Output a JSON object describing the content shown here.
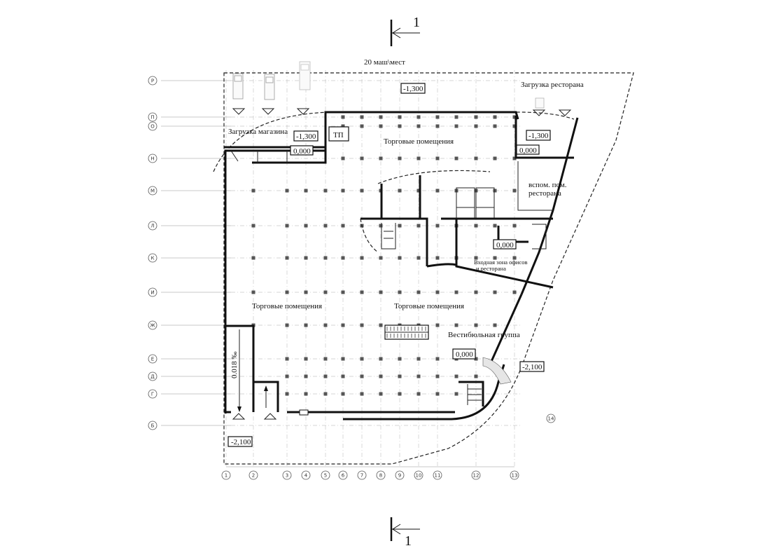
{
  "section_mark": {
    "top": "1",
    "bottom": "1"
  },
  "parking_label": "20 маш\\мест",
  "level_marks": {
    "top_center": "-1,300",
    "shop_loading": "-1,300",
    "shop_zero": "0,000",
    "restaurant_loading": "-1,300",
    "restaurant_zero": "0,000",
    "entry_zero": "0,000",
    "vestibule_zero": "0,000",
    "right_outer": "-2,100",
    "bottom_left": "-2,100"
  },
  "rooms": {
    "shop_loading": "Загрузка магазина",
    "restaurant_loading": "Загрузка ресторана",
    "tp": "ТП",
    "trade_top": "Торговые помещения",
    "trade_left": "Торговые помещения",
    "trade_center": "Торговые помещения",
    "aux_line1": "вспом. пом.",
    "aux_line2": "ресторана",
    "entry_line1": "Входная зона офисов",
    "entry_line2": "и ресторана",
    "vestibule": "Вестибюльная группа"
  },
  "ramp_slope": "0.018 ‰",
  "row_axes": [
    "Р",
    "П",
    "О",
    "Н",
    "М",
    "Л",
    "К",
    "И",
    "Ж",
    "Е",
    "Д",
    "Г",
    "Б"
  ],
  "column_axes": [
    "1",
    "2",
    "3",
    "4",
    "5",
    "6",
    "7",
    "8",
    "9",
    "10",
    "11",
    "12",
    "13",
    "14"
  ]
}
